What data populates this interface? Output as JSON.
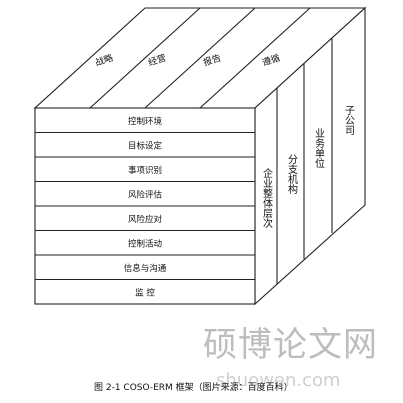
{
  "diagram": {
    "top_labels": [
      "战略",
      "经营",
      "报告",
      "遵循"
    ],
    "front_rows": [
      "控制环境",
      "目标设定",
      "事项识别",
      "风险评估",
      "风险应对",
      "控制活动",
      "信息与沟通",
      "监 控"
    ],
    "side_labels": [
      "企业整体层次",
      "分支机构",
      "业务单位",
      "子公司"
    ]
  },
  "caption": "图 2-1 COSO-ERM 框架（图片来源：百度百科）",
  "watermark": {
    "main": "硕博论文网",
    "sub": "shuowen.com"
  }
}
